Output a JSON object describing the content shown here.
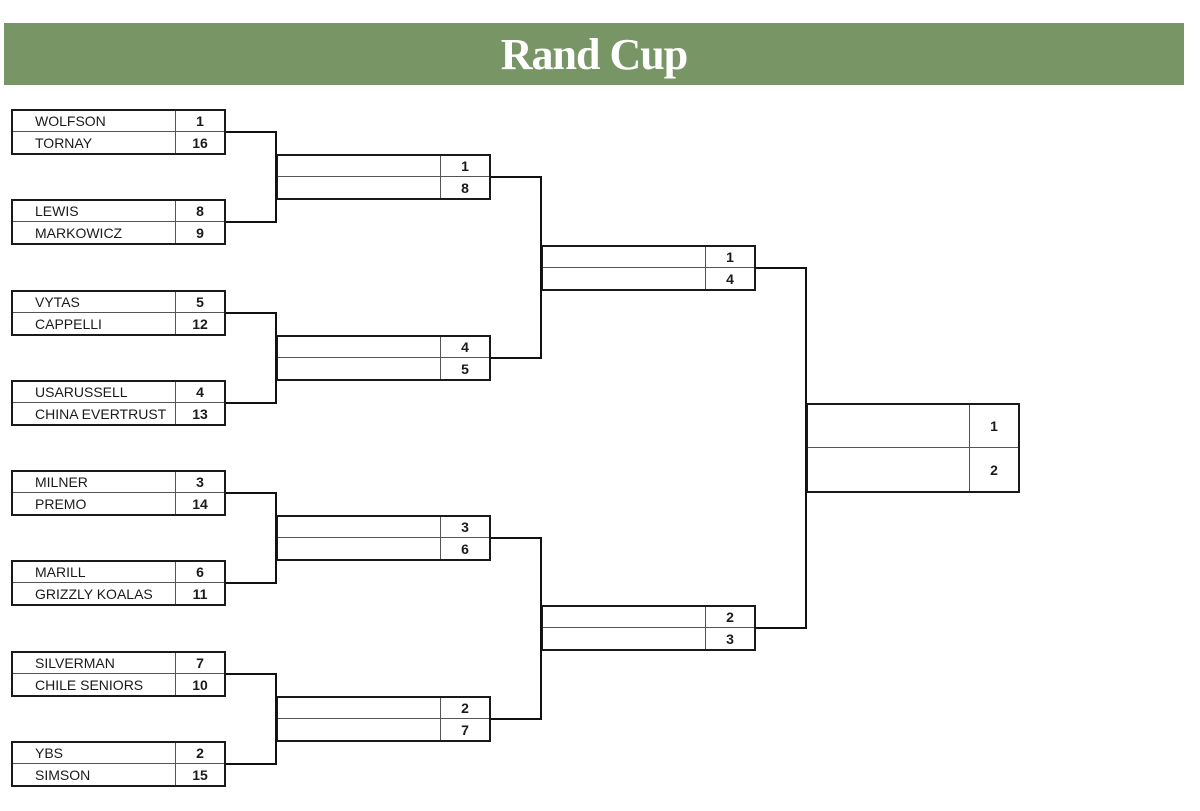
{
  "title": "Rand Cup",
  "colors": {
    "title_bar": "#789566",
    "title_text": "#ffffff",
    "lines": "#111111"
  },
  "rounds": [
    {
      "name": "round-1",
      "matches": [
        {
          "slots": [
            {
              "team": "WOLFSON",
              "seed": "1"
            },
            {
              "team": "TORNAY",
              "seed": "16"
            }
          ]
        },
        {
          "slots": [
            {
              "team": "LEWIS",
              "seed": "8"
            },
            {
              "team": "MARKOWICZ",
              "seed": "9"
            }
          ]
        },
        {
          "slots": [
            {
              "team": "VYTAS",
              "seed": "5"
            },
            {
              "team": "CAPPELLI",
              "seed": "12"
            }
          ]
        },
        {
          "slots": [
            {
              "team": "USARUSSELL",
              "seed": "4"
            },
            {
              "team": "CHINA EVERTRUST",
              "seed": "13"
            }
          ]
        },
        {
          "slots": [
            {
              "team": "MILNER",
              "seed": "3"
            },
            {
              "team": "PREMO",
              "seed": "14"
            }
          ]
        },
        {
          "slots": [
            {
              "team": "MARILL",
              "seed": "6"
            },
            {
              "team": "GRIZZLY KOALAS",
              "seed": "11"
            }
          ]
        },
        {
          "slots": [
            {
              "team": "SILVERMAN",
              "seed": "7"
            },
            {
              "team": "CHILE SENIORS",
              "seed": "10"
            }
          ]
        },
        {
          "slots": [
            {
              "team": "YBS",
              "seed": "2"
            },
            {
              "team": "SIMSON",
              "seed": "15"
            }
          ]
        }
      ]
    },
    {
      "name": "round-2",
      "matches": [
        {
          "slots": [
            {
              "team": "",
              "seed": "1"
            },
            {
              "team": "",
              "seed": "8"
            }
          ]
        },
        {
          "slots": [
            {
              "team": "",
              "seed": "4"
            },
            {
              "team": "",
              "seed": "5"
            }
          ]
        },
        {
          "slots": [
            {
              "team": "",
              "seed": "3"
            },
            {
              "team": "",
              "seed": "6"
            }
          ]
        },
        {
          "slots": [
            {
              "team": "",
              "seed": "2"
            },
            {
              "team": "",
              "seed": "7"
            }
          ]
        }
      ]
    },
    {
      "name": "semifinal",
      "matches": [
        {
          "slots": [
            {
              "team": "",
              "seed": "1"
            },
            {
              "team": "",
              "seed": "4"
            }
          ]
        },
        {
          "slots": [
            {
              "team": "",
              "seed": "2"
            },
            {
              "team": "",
              "seed": "3"
            }
          ]
        }
      ]
    },
    {
      "name": "final",
      "matches": [
        {
          "slots": [
            {
              "team": "",
              "seed": "1"
            },
            {
              "team": "",
              "seed": "2"
            }
          ]
        }
      ]
    }
  ]
}
